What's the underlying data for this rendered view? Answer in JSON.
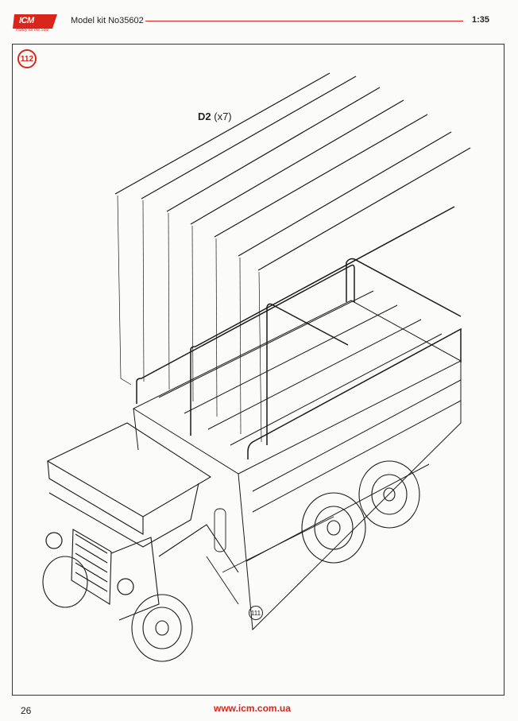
{
  "header": {
    "logo_text": "ICM",
    "logo_tagline": "Hobby for the Soul",
    "kit_number": "Model kit No35602",
    "scale": "1:35"
  },
  "step": {
    "number": "112",
    "part_code": "D2",
    "part_quantity": "(x7)",
    "reference_step": "111"
  },
  "footer": {
    "page_number": "26",
    "website": "www.icm.com.ua"
  },
  "colors": {
    "accent": "#d9251c",
    "line": "#1a1a1a"
  }
}
